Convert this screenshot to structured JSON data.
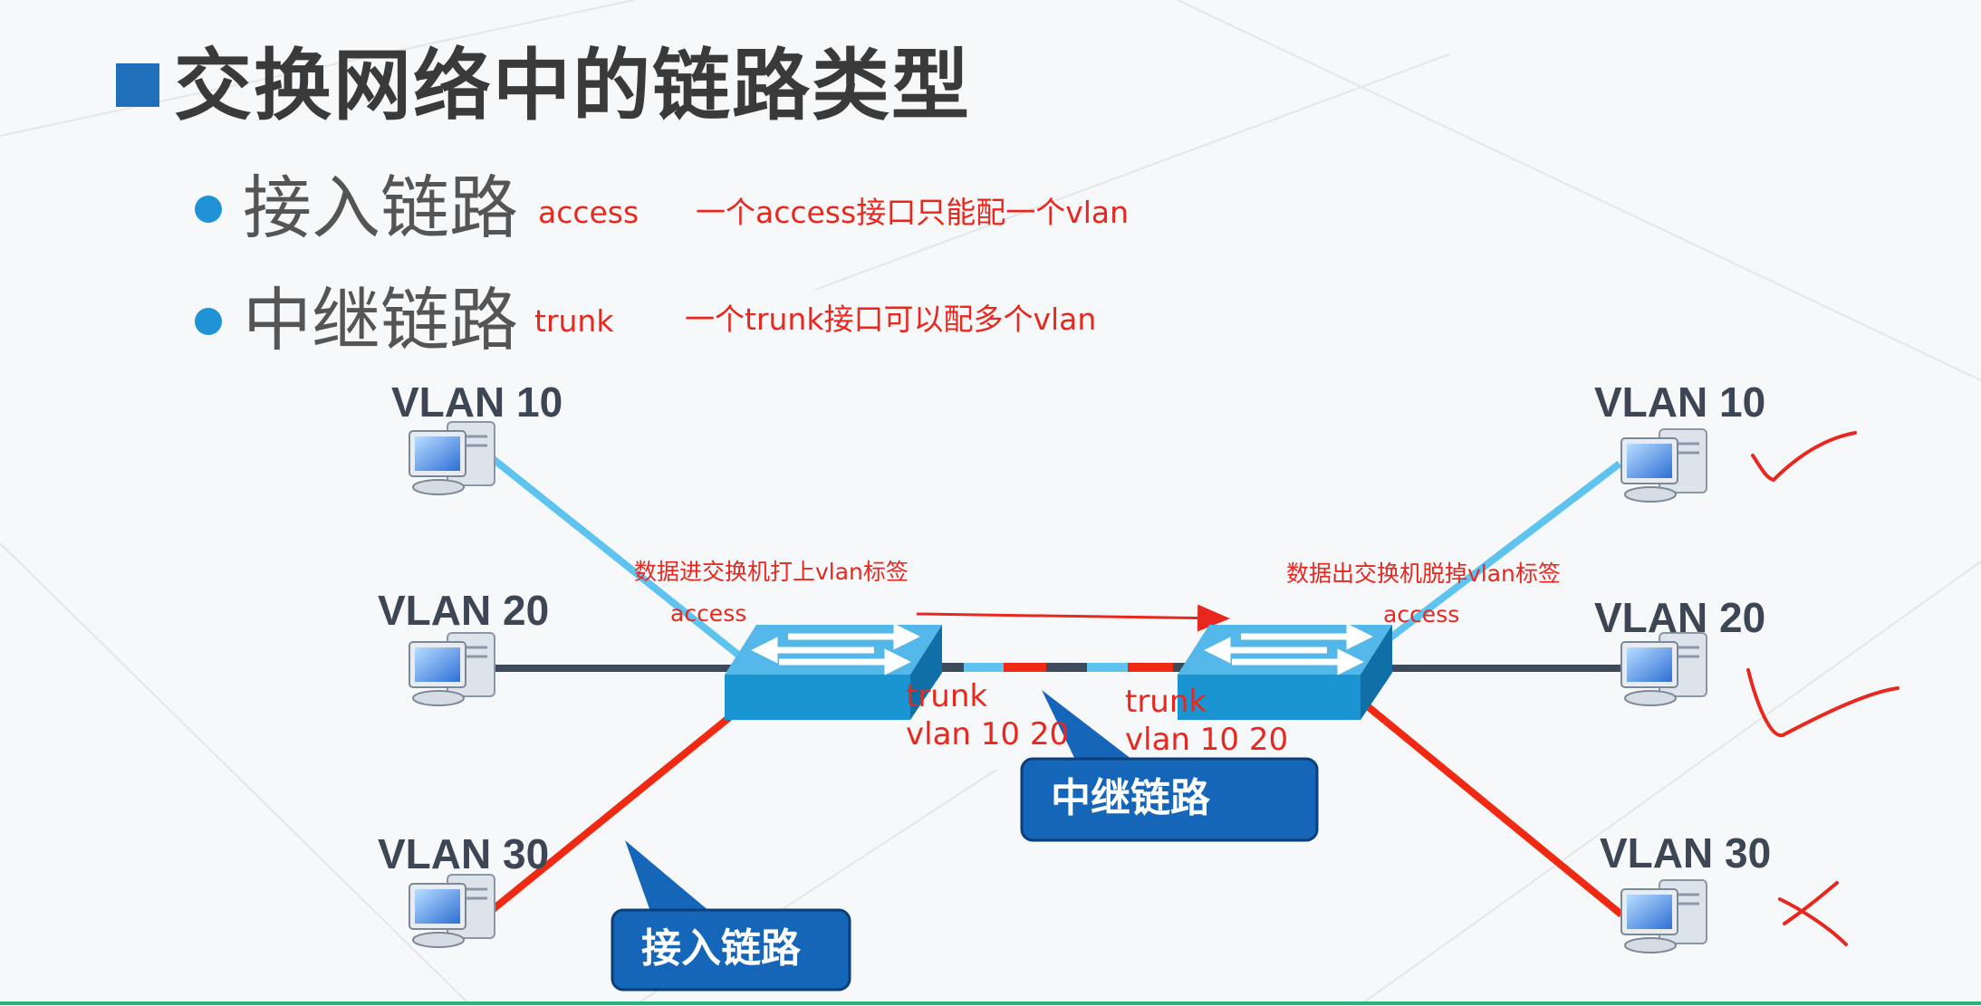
{
  "title": "交换网络中的链路类型",
  "bullets": [
    {
      "label": "接入链路",
      "keyword": "access",
      "note": "一个access接口只能配一个vlan"
    },
    {
      "label": "中继链路",
      "keyword": "trunk",
      "note": "一个trunk接口可以配多个vlan"
    }
  ],
  "hosts_left": [
    "VLAN 10",
    "VLAN 20",
    "VLAN 30"
  ],
  "hosts_right": [
    "VLAN 10",
    "VLAN 20",
    "VLAN 30"
  ],
  "annotations": {
    "left_tag_note": "数据进交换机打上vlan标签",
    "left_access": "access",
    "right_tag_note": "数据出交换机脱掉vlan标签",
    "right_access": "access",
    "trunk_left_line1": "trunk",
    "trunk_left_line2": "vlan 10 20",
    "trunk_right_line1": "trunk",
    "trunk_right_line2": "vlan 10 20"
  },
  "callouts": {
    "trunk": "中继链路",
    "access": "接入链路"
  },
  "marks": [
    "check",
    "check",
    "cross"
  ],
  "colors": {
    "vlan10_link": "#5fc3f0",
    "vlan20_link": "#3d4a5c",
    "vlan30_link": "#f02a12",
    "switch": "#1b95d2",
    "callout": "#1565b8",
    "annotation": "#e8281f"
  }
}
